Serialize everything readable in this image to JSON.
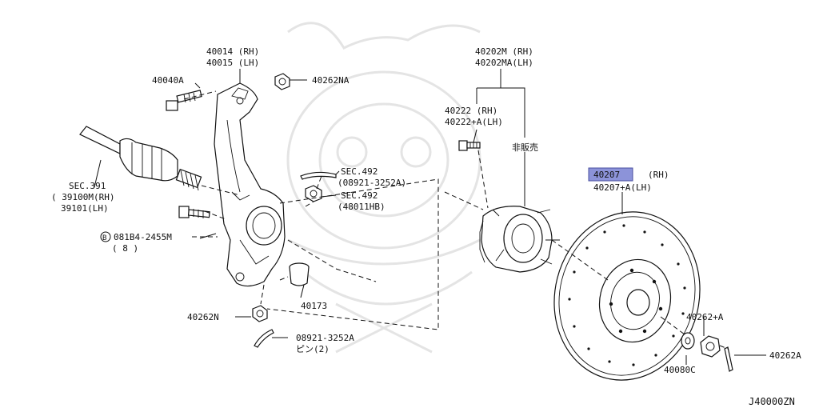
{
  "diagram": {
    "labels": {
      "knuckle_rh": "40014 (RH)",
      "knuckle_lh": "40015 (LH)",
      "bolt_40040a": "40040A",
      "nut_40262na": "40262NA",
      "sec391": "SEC.391",
      "shaft_rh": "( 39100M(RH)",
      "shaft_lh": "39101(LH)",
      "bolt_081b4": "081B4-2455M",
      "bolt_qty": "( 8 )",
      "sec492_a": "SEC.492",
      "pin_08921_a": "(08921-3252A)",
      "sec492_b": "SEC.492",
      "nut_48011hb": "(48011HB)",
      "bushing_40173": "40173",
      "nut_40262n": "40262N",
      "pin_08921_b": "08921-3252A",
      "pin_qty": "ピン(2)",
      "hub_rh": "40202M  (RH)",
      "hub_lh": "40202MA(LH)",
      "bolt_40222_rh": "40222   (RH)",
      "bolt_40222_lh": "40222+A(LH)",
      "not_for_sale": "非販売",
      "rotor_part": "40207",
      "rotor_rh": "(RH)",
      "rotor_lh": "40207+A(LH)",
      "nut_40262a_plus": "40262+A",
      "washer_40080c": "40080C",
      "pin_40262a": "40262A",
      "diagram_id": "J40000ZN"
    },
    "symbols": {
      "circled_b": "B"
    },
    "colors": {
      "highlight": "#8c93d9",
      "line": "#111111",
      "watermark": "#e4e4e4"
    }
  }
}
